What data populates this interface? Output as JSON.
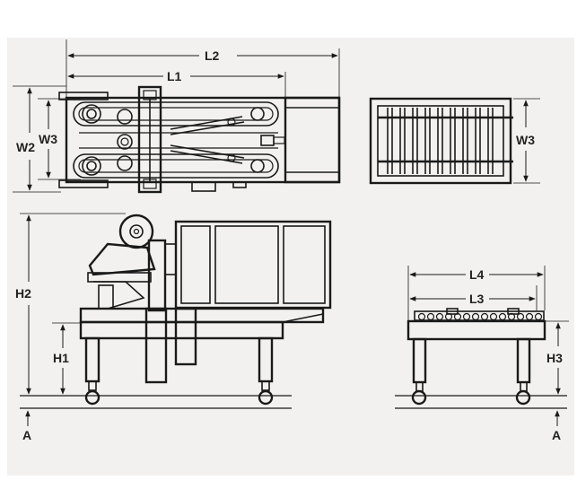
{
  "colors": {
    "background": "#ffffff",
    "panel": "#f2f1f0",
    "line": "#1a1a1a",
    "label": "#222222"
  },
  "labels": {
    "L2": "L2",
    "L1": "L1",
    "W2": "W2",
    "W3_top": "W3",
    "W3_end": "W3",
    "H2": "H2",
    "H1": "H1",
    "A_left": "A",
    "L4": "L4",
    "L3": "L3",
    "H3": "H3",
    "A_right": "A"
  }
}
